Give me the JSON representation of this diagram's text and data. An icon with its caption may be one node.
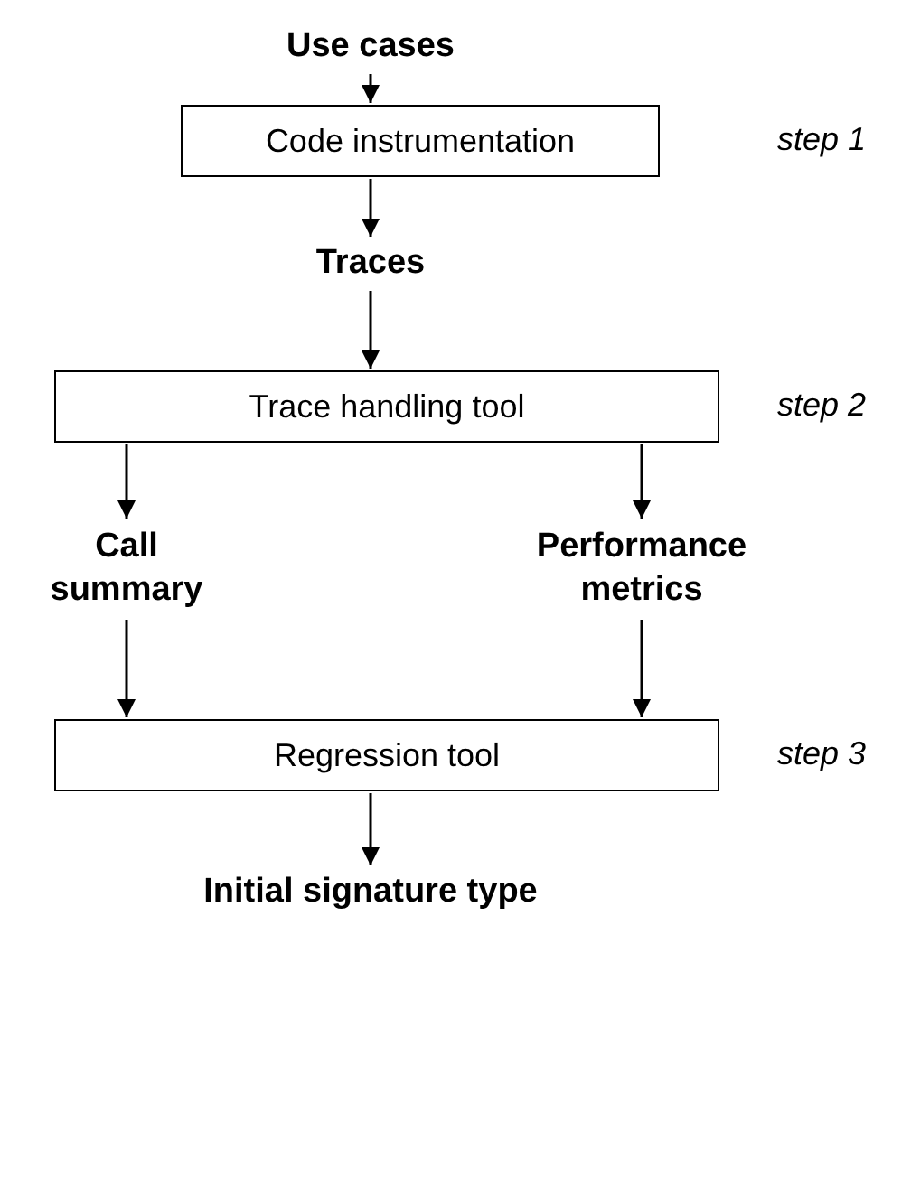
{
  "diagram": {
    "nodes": [
      {
        "text": [
          "Use cases"
        ]
      },
      {
        "text": [
          "Code instrumentation"
        ],
        "beside": [
          "step 1"
        ]
      },
      {
        "text": [
          "Traces"
        ]
      },
      {
        "text": [
          "Trace handling tool"
        ],
        "beside": [
          "step 2"
        ]
      },
      {
        "text": [
          "Call summary"
        ]
      },
      {
        "text": [
          "Performance metrics"
        ]
      },
      {
        "text": [
          "Regression tool"
        ],
        "beside": [
          "step 3"
        ]
      },
      {
        "text": [
          "Initial signature type"
        ]
      }
    ],
    "edges": [
      {
        "from": 0,
        "to": 1,
        "arrow": "to"
      },
      {
        "from": 1,
        "to": 2,
        "arrow": "to"
      },
      {
        "from": 2,
        "to": 3,
        "arrow": "to"
      },
      {
        "from": 3,
        "to": 4,
        "arrow": "to"
      },
      {
        "from": 3,
        "to": 5,
        "arrow": "to"
      },
      {
        "from": 4,
        "to": 6,
        "arrow": "to"
      },
      {
        "from": 5,
        "to": 6,
        "arrow": "to"
      },
      {
        "from": 6,
        "to": 7,
        "arrow": "to"
      }
    ]
  }
}
